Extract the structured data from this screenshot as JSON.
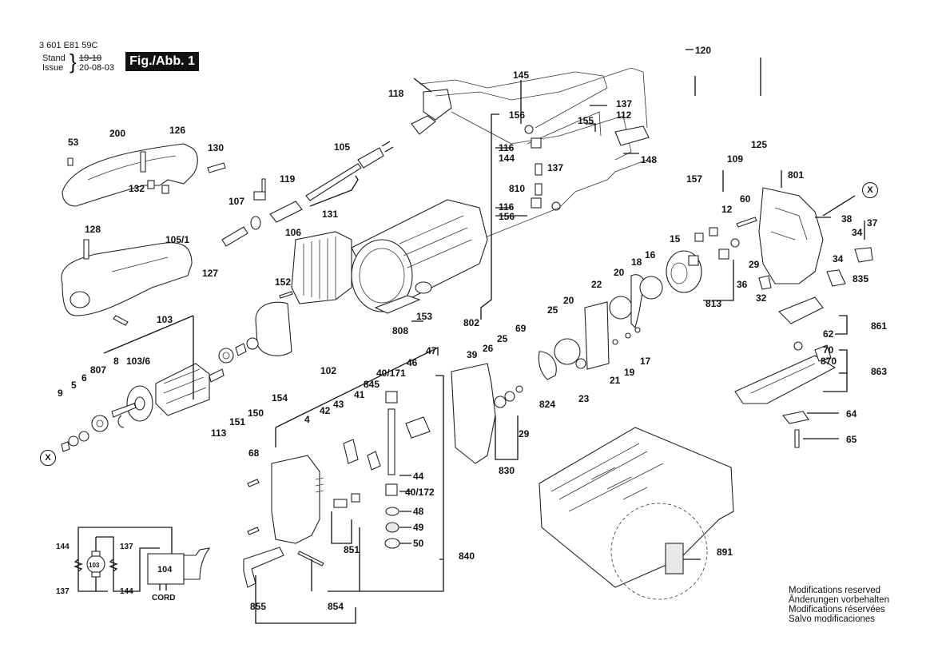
{
  "header": {
    "document_number": "3 601 E81 59C",
    "stand_label": "Stand",
    "issue_label": "Issue",
    "stand_value": "19-10",
    "issue_value": "20-08-03",
    "figure_label": "Fig./Abb. 1"
  },
  "footer": {
    "notes": [
      "Modifications reserved",
      "Änderungen vorbehalten",
      "Modifications réservées",
      "Salvo modificaciones"
    ]
  },
  "reference_marker": "X",
  "wiring": {
    "labels": {
      "a": "144",
      "b": "137",
      "c": "137",
      "d": "144",
      "motor": "103",
      "switch": "104",
      "cord": "CORD"
    }
  },
  "parts": {
    "p120": "120",
    "p145": "145",
    "p118": "118",
    "p137a": "137",
    "p112": "112",
    "p156a": "156",
    "p155": "155",
    "p125": "125",
    "p116a": "116",
    "p144": "144",
    "p148": "148",
    "p157": "157",
    "p109": "109",
    "p137b": "137",
    "p810": "810",
    "p116b": "116",
    "p156b": "156",
    "p801": "801",
    "p200": "200",
    "p126": "126",
    "p53": "53",
    "p130": "130",
    "p105": "105",
    "p119": "119",
    "p132": "132",
    "p107": "107",
    "p131": "131",
    "p106": "106",
    "p128": "128",
    "p105_1": "105/1",
    "p127": "127",
    "p152": "152",
    "p153": "153",
    "p808": "808",
    "p802": "802",
    "p60": "60",
    "p12": "12",
    "p38": "38",
    "p37": "37",
    "p34a": "34",
    "p34b": "34",
    "p15": "15",
    "p29a": "29",
    "p36": "36",
    "p835": "835",
    "p813": "813",
    "p32": "32",
    "p18": "18",
    "p16": "16",
    "p20a": "20",
    "p22": "22",
    "p20b": "20",
    "p25a": "25",
    "p861": "861",
    "p62": "62",
    "p70": "70",
    "p870": "870",
    "p863": "863",
    "p69": "69",
    "p25b": "25",
    "p26": "26",
    "p39": "39",
    "p21": "21",
    "p19": "19",
    "p17": "17",
    "p23": "23",
    "p824": "824",
    "p29b": "29",
    "p830": "830",
    "p64": "64",
    "p65": "65",
    "p103": "103",
    "p103_6": "103/6",
    "p8": "8",
    "p807": "807",
    "p6": "6",
    "p5": "5",
    "p9": "9",
    "p113": "113",
    "p151": "151",
    "p150": "150",
    "p154": "154",
    "p102": "102",
    "p47": "47",
    "p46": "46",
    "p40_171": "40/171",
    "p845": "845",
    "p41": "41",
    "p43": "43",
    "p42": "42",
    "p4": "4",
    "p68": "68",
    "p44": "44",
    "p40_172": "40/172",
    "p48": "48",
    "p49": "49",
    "p50": "50",
    "p840": "840",
    "p851": "851",
    "p855": "855",
    "p854": "854",
    "p891": "891"
  }
}
